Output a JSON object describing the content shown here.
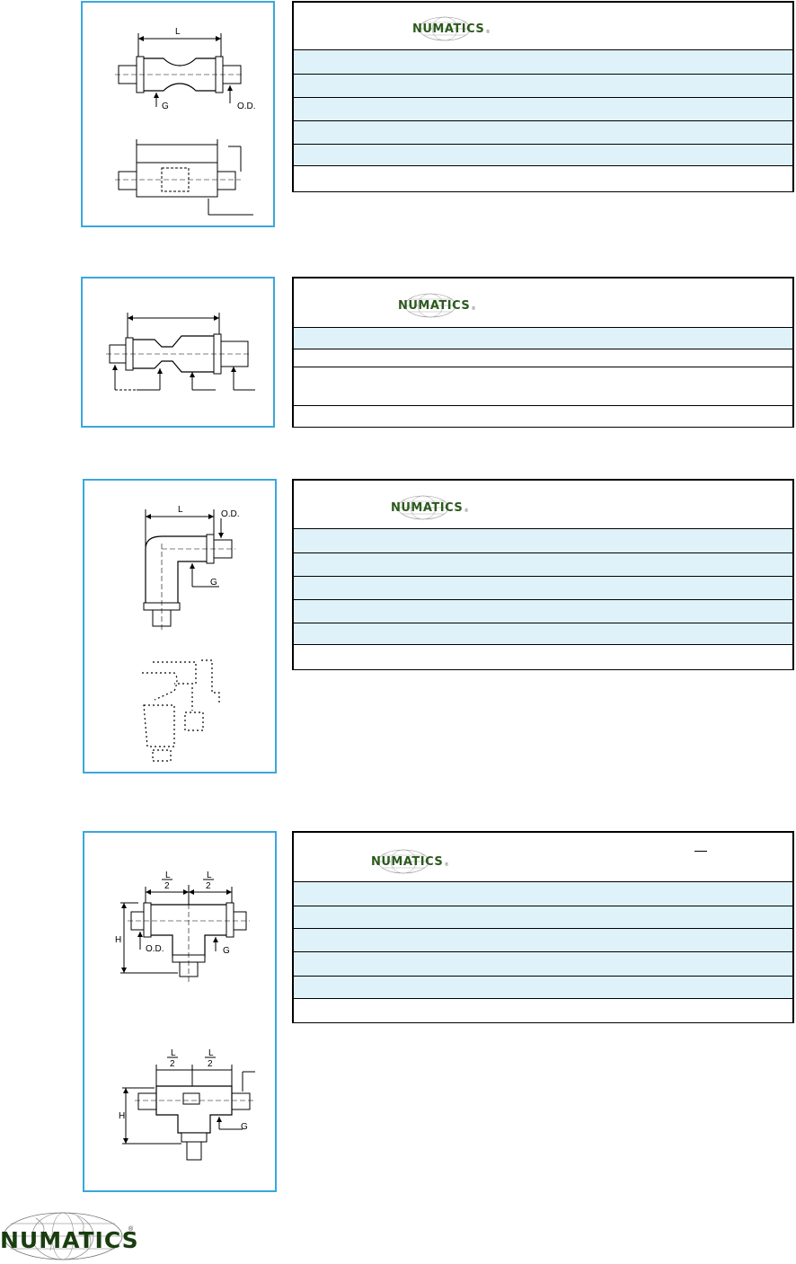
{
  "brand": {
    "name": "NUMATICS",
    "registered": "®",
    "color_text": "#2c5a1e",
    "color_accent": "#3aa7dc",
    "row_tint": "#dff2fa"
  },
  "diagram_labels": {
    "length": "L",
    "outer_diameter": "O.D.",
    "port": "G",
    "height": "H",
    "half_top": "L",
    "half_bottom": "2"
  }
}
